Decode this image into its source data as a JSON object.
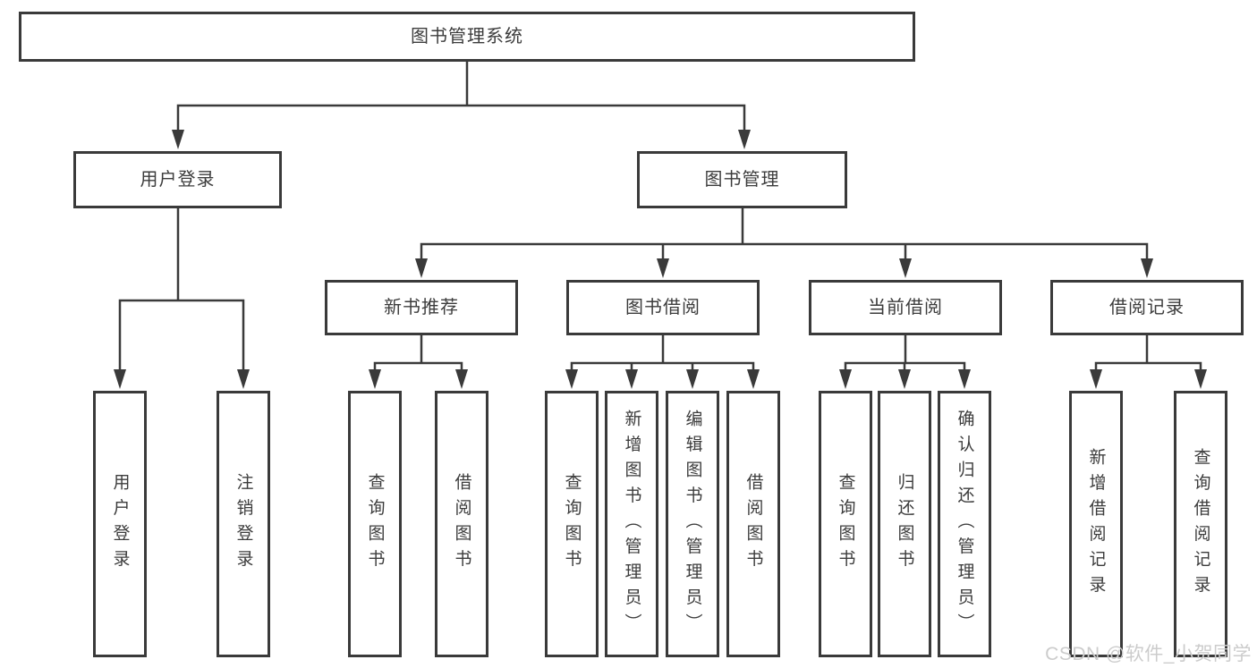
{
  "diagram": {
    "title": "图书管理系统",
    "type": "hierarchy-tree",
    "colors": {
      "background": "#ffffff",
      "line": "#3a3a3a",
      "box_border": "#3a3a3a",
      "text": "#3c3c3c",
      "watermark": "#cccccc"
    },
    "watermark": "CSDN @软件_小贺同学"
  },
  "nodes": {
    "root": "图书管理系统",
    "level2": [
      "用户登录",
      "图书管理"
    ],
    "level3": [
      "新书推荐",
      "图书借阅",
      "当前借阅",
      "借阅记录"
    ],
    "leaves": {
      "login": [
        "用户登录",
        "注销登录"
      ],
      "recommend": [
        "查询图书",
        "借阅图书"
      ],
      "borrow": [
        "查询图书",
        "新增图书（管理员）",
        "编辑图书（管理员）",
        "借阅图书"
      ],
      "current": [
        "查询图书",
        "归还图书",
        "确认归还（管理员）"
      ],
      "records": [
        "新增借阅记录",
        "查询借阅记录"
      ]
    }
  }
}
